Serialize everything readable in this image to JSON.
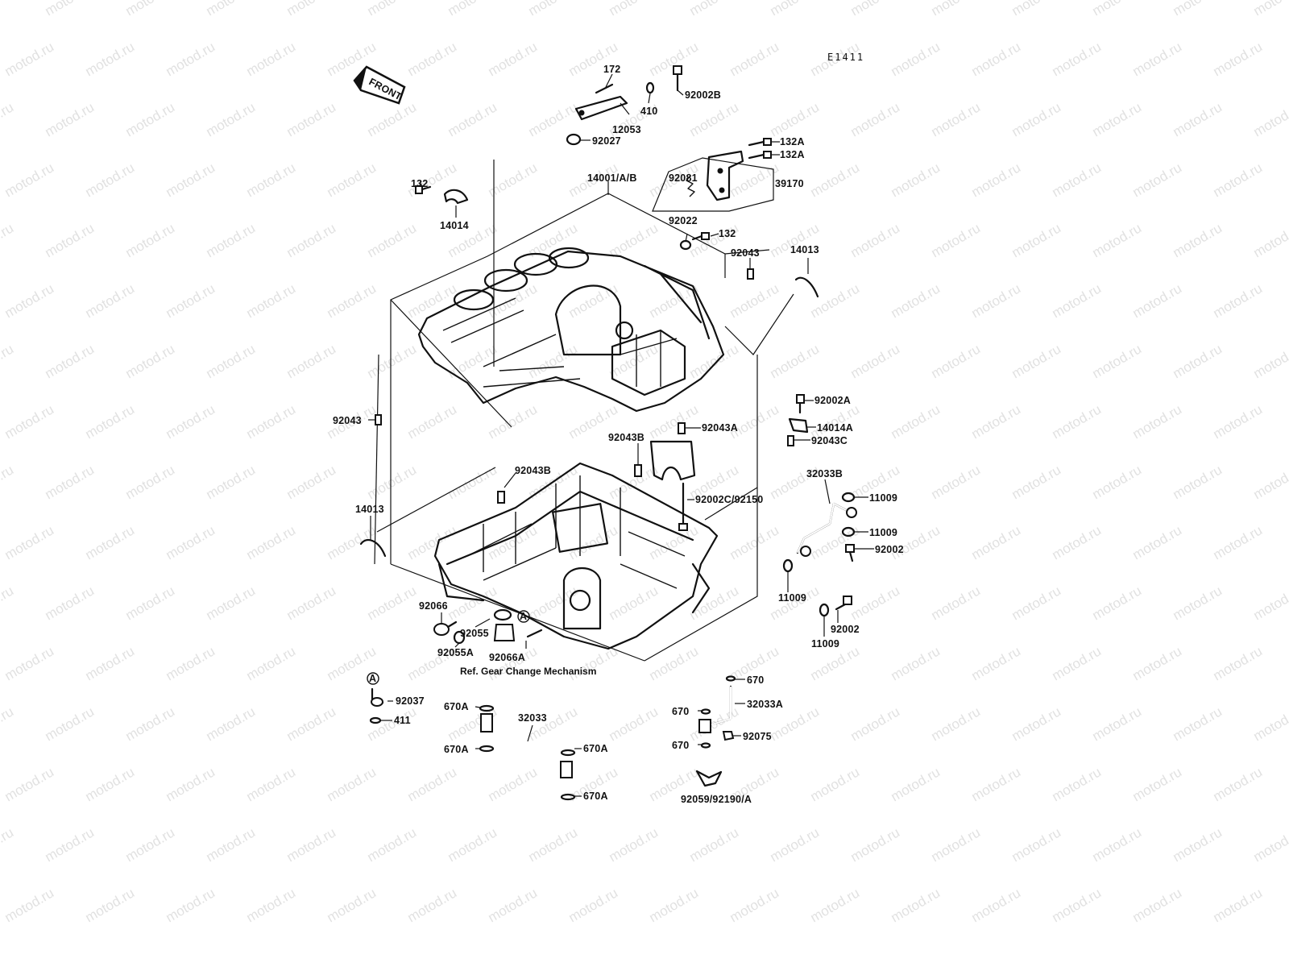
{
  "diagram": {
    "code": "E1411",
    "front_label": "FRONT",
    "watermark": "motod.ru",
    "ref_note": "Ref. Gear Change Mechanism",
    "labels": {
      "p172": "172",
      "p92002B": "92002B",
      "p410": "410",
      "p12053": "12053",
      "p92027": "92027",
      "p132A_1": "132A",
      "p132A_2": "132A",
      "p14001": "14001/A/B",
      "p92081": "92081",
      "p39170": "39170",
      "p132_top": "132",
      "p14014": "14014",
      "p92022": "92022",
      "p132_mid": "132",
      "p92043_top": "92043",
      "p14013_top": "14013",
      "p92002A": "92002A",
      "p14014A": "14014A",
      "p92043C": "92043C",
      "p92043_left": "92043",
      "p92043B_1": "92043B",
      "p92043A": "92043A",
      "p92043B_2": "92043B",
      "p32033B": "32033B",
      "p92002C": "92002C/92150",
      "p11009_1": "11009",
      "p11009_2": "11009",
      "p92002_1": "92002",
      "p14013_left": "14013",
      "p11009_3": "11009",
      "p92002_2": "92002",
      "p11009_4": "11009",
      "p92066": "92066",
      "p92055": "92055",
      "p92055A": "92055A",
      "p92066A": "92066A",
      "p92037": "92037",
      "p411": "411",
      "p670A_1": "670A",
      "p32033": "32033",
      "p670A_2": "670A",
      "p670A_3": "670A",
      "p670A_4": "670A",
      "p670_1": "670",
      "p670_2": "670",
      "p32033A": "32033A",
      "p92075": "92075",
      "p670_3": "670",
      "p92059": "92059/92190/A",
      "marker_a": "A"
    }
  }
}
